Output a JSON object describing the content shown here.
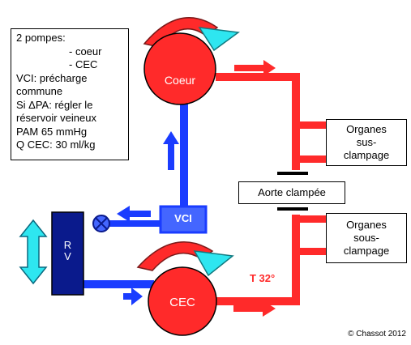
{
  "info_box": {
    "line1": "2 pompes:",
    "line2": "- coeur",
    "line3": "- CEC",
    "line4": "VCI: précharge",
    "line5": "commune",
    "line6": "Si ΔPA: régler le",
    "line7": "réservoir veineux",
    "line8": "PAM 65 mmHg",
    "line9": "Q CEC: 30 ml/kg"
  },
  "nodes": {
    "coeur": "Coeur",
    "cec": "CEC",
    "vci": "VCI",
    "rv_line1": "R",
    "rv_line2": "V"
  },
  "boxes": {
    "sus_line1": "Organes",
    "sus_line2": "sus-",
    "sus_line3": "clampage",
    "aorte": "Aorte clampée",
    "sous_line1": "Organes",
    "sous_line2": "sous-",
    "sous_line3": "clampage"
  },
  "temperature": "T 32°",
  "copyright": "© Chassot 2012",
  "colors": {
    "red": "#ff2a2a",
    "blue": "#1a3cff",
    "cyan": "#2ee6f0",
    "navy": "#0a1a8c",
    "vci_fill": "#4466ff"
  }
}
